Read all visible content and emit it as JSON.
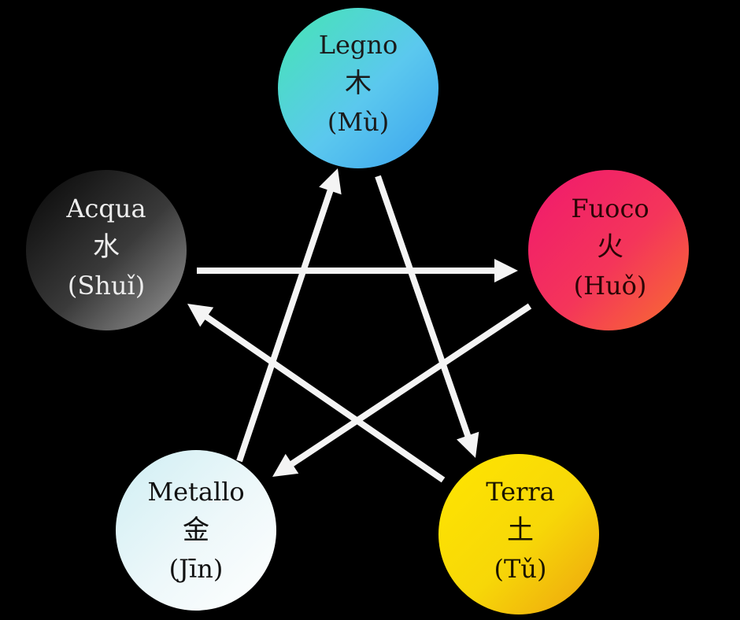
{
  "elements": {
    "wood": {
      "name": "Legno",
      "hanzi": "木",
      "pinyin": "(Mù)",
      "text_color": "#1a1a1a",
      "gradient": [
        "#45e6b2",
        "#5bc8ee",
        "#3aa2ee"
      ]
    },
    "fire": {
      "name": "Fuoco",
      "hanzi": "火",
      "pinyin": "(Huǒ)",
      "text_color": "#2a0505",
      "gradient": [
        "#f0186e",
        "#f4355a",
        "#f8702e"
      ]
    },
    "earth": {
      "name": "Terra",
      "hanzi": "土",
      "pinyin": "(Tǔ)",
      "text_color": "#1a1400",
      "gradient": [
        "#ffe600",
        "#f7d708",
        "#eda20f"
      ]
    },
    "metal": {
      "name": "Metallo",
      "hanzi": "金",
      "pinyin": "(Jīn)",
      "text_color": "#111111",
      "gradient": [
        "#cfeef3",
        "#eef8fa",
        "#ffffff"
      ]
    },
    "water": {
      "name": "Acqua",
      "hanzi": "水",
      "pinyin": "(Shuǐ)",
      "text_color": "#ededed",
      "gradient": [
        "#050505",
        "#3a3a3a",
        "#9a9a9a"
      ]
    }
  },
  "arrows": [
    {
      "from": "water",
      "to": "fire"
    },
    {
      "from": "fire",
      "to": "metal"
    },
    {
      "from": "metal",
      "to": "wood"
    },
    {
      "from": "wood",
      "to": "earth"
    },
    {
      "from": "earth",
      "to": "water"
    }
  ],
  "colors": {
    "background": "#000000",
    "arrow": "#f4f4f4"
  }
}
